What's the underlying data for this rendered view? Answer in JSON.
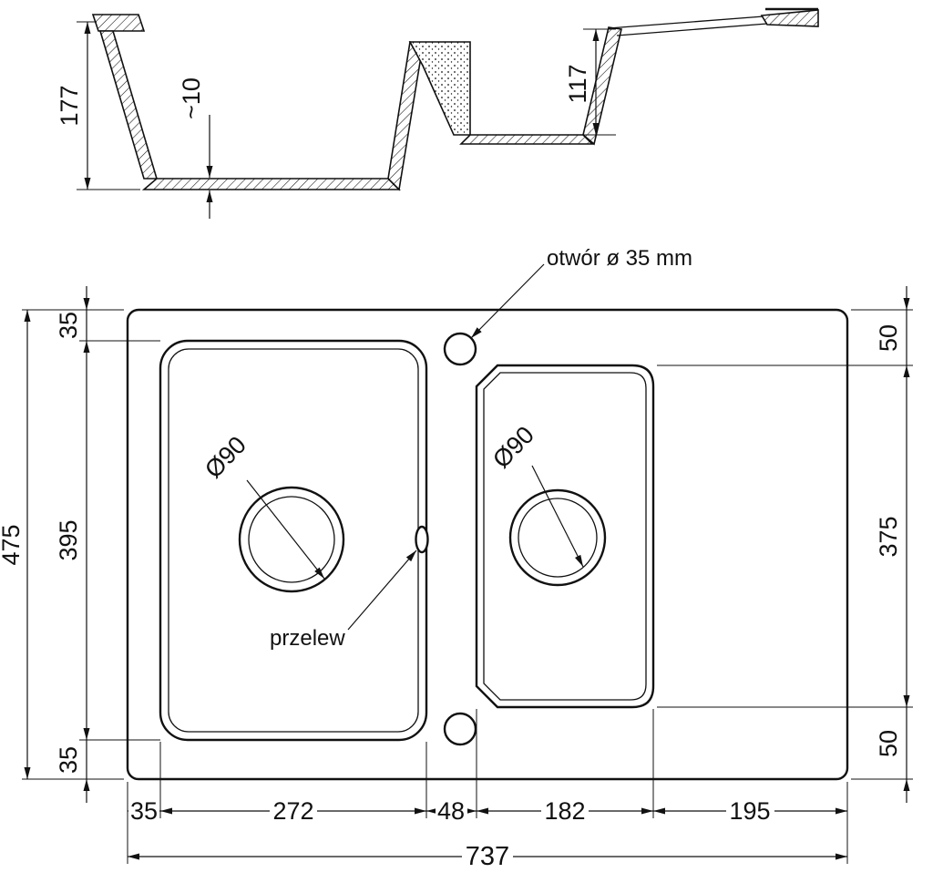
{
  "drawing": {
    "section_view": {
      "depth_total": "177",
      "bottom_thickness": "~10",
      "depth_small_bowl": "117"
    },
    "plan_view": {
      "tap_hole_label": "otwór ø 35 mm",
      "overflow_label": "przelew",
      "drain_left_diameter": "Ø90",
      "drain_right_diameter": "Ø90",
      "dims": {
        "height_total": "475",
        "bowl_height": "395",
        "edge_top": "35",
        "edge_bottom": "35",
        "right_top": "50",
        "right_middle": "375",
        "right_bottom": "50",
        "bottom_edge_left": "35",
        "bowl_left_width": "272",
        "gap_between_bowls": "48",
        "bowl_right_width": "182",
        "drainer_width": "195",
        "width_total": "737"
      }
    }
  }
}
